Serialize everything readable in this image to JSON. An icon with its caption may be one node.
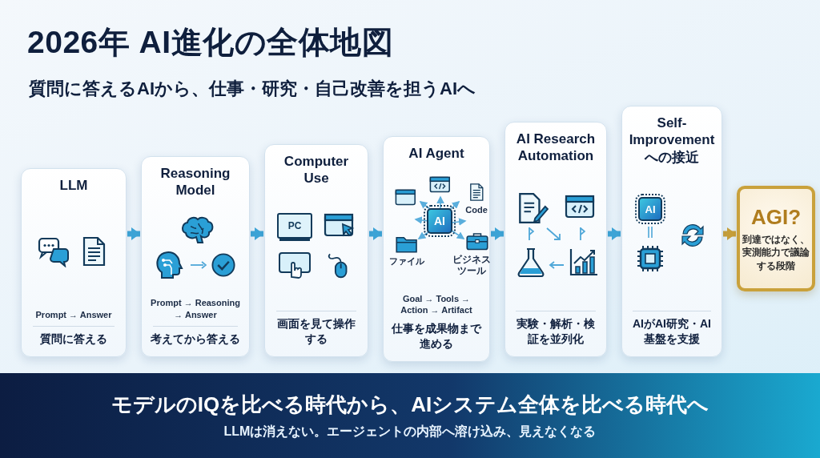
{
  "diagram": {
    "title": "2026年 AI進化の全体地図",
    "nodes": [
      {
        "text": [
          "LLM",
          "Prompt → Answer",
          "質問に答える"
        ]
      },
      {
        "text": [
          "Reasoning Model",
          "Prompt → Reasoning → Answer",
          "考えてから答える"
        ]
      },
      {
        "text": [
          "Computer Use",
          "PC",
          "画面を見て操作する"
        ]
      },
      {
        "text": [
          "AI Agent",
          "Code",
          "AI",
          "ファイル",
          "ビジネスツール",
          "Goal → Tools → Action → Artifact",
          "仕事を成果物まで進める"
        ]
      },
      {
        "text": [
          "AI Research Automation",
          "実験・解析・検証を並列化"
        ]
      },
      {
        "text": [
          "Self-Improvement への接近",
          "AI",
          "AIがAI研究・AI基盤を支援"
        ]
      },
      {
        "text": [
          "AGI?",
          "到達ではなく、実測能力で議論する段階"
        ]
      }
    ],
    "edges": [
      {
        "from": 0,
        "to": 1,
        "arrow": "to"
      },
      {
        "from": 1,
        "to": 2,
        "arrow": "to"
      },
      {
        "from": 2,
        "to": 3,
        "arrow": "to"
      },
      {
        "from": 3,
        "to": 4,
        "arrow": "to"
      },
      {
        "from": 4,
        "to": 5,
        "arrow": "to"
      },
      {
        "from": 5,
        "to": 6,
        "arrow": "to",
        "color": "#c9a13b"
      }
    ],
    "labels": [
      "質問に答えるAIから、仕事・研究・自己改善を担うAIへ",
      "モデルのIQを比べる時代から、AIシステム全体を比べる時代へ",
      "LLMは消えない。エージェントの内部へ溶け込み、見えなくなる"
    ]
  }
}
